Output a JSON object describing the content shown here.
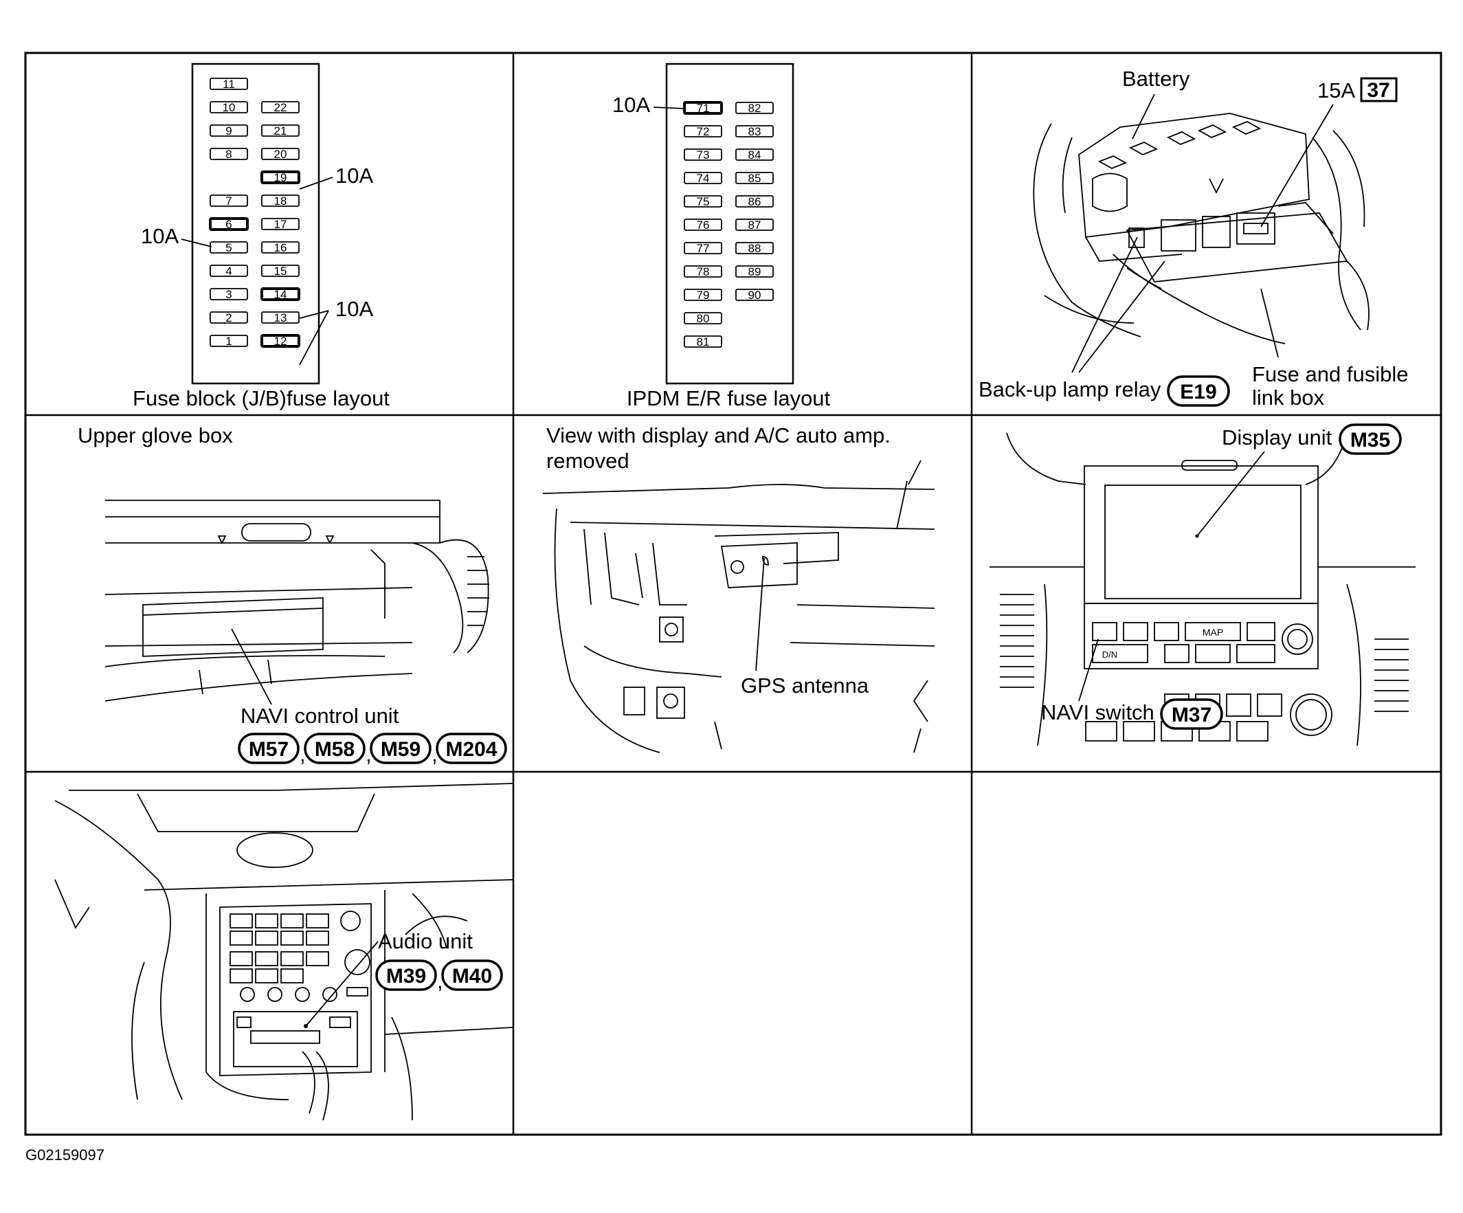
{
  "figure_id": "G02159097",
  "panels": {
    "jb": {
      "caption": "Fuse block (J/B)fuse layout",
      "fuse_left": [
        "11",
        "10",
        "9",
        "8",
        "7",
        "6",
        "5",
        "4",
        "3",
        "2",
        "1"
      ],
      "fuse_right": [
        "22",
        "21",
        "20",
        "19",
        "18",
        "17",
        "16",
        "15",
        "14",
        "13",
        "12"
      ],
      "amp_19": "10A",
      "amp_6": "10A",
      "amp_14_12": "10A"
    },
    "ipdm": {
      "caption": "IPDM E/R fuse layout",
      "fuse_left": [
        "71",
        "72",
        "73",
        "74",
        "75",
        "76",
        "77",
        "78",
        "79",
        "80",
        "81"
      ],
      "fuse_right": [
        "82",
        "83",
        "84",
        "85",
        "86",
        "87",
        "88",
        "89",
        "90"
      ],
      "amp_71": "10A"
    },
    "battery": {
      "battery_label": "Battery",
      "fuse_amp": "15A",
      "fuse_number": "37",
      "relay_label": "Back-up lamp relay",
      "relay_connector": "E19",
      "fuse_box_label_1": "Fuse and fusible",
      "fuse_box_label_2": "link box"
    },
    "glovebox": {
      "title": "Upper glove box",
      "unit_label": "NAVI control unit",
      "connectors": [
        "M57",
        "M58",
        "M59",
        "M204"
      ],
      "sep": ","
    },
    "gps": {
      "title_1": "View with display and A/C auto amp.",
      "title_2": "removed",
      "antenna_label": "GPS antenna"
    },
    "display": {
      "display_label": "Display unit",
      "display_connector": "M35",
      "switch_label": "NAVI switch",
      "switch_connector": "M37",
      "map_button": "MAP",
      "dn_button": "D/N"
    },
    "audio": {
      "unit_label": "Audio unit",
      "connectors": [
        "M39",
        "M40"
      ],
      "sep": ","
    }
  }
}
